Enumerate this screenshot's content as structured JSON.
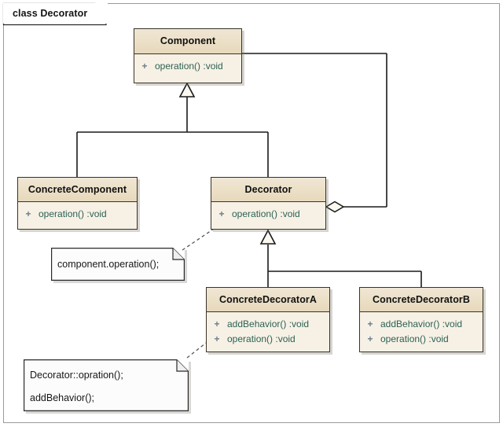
{
  "frame": {
    "label": "class Decorator"
  },
  "classes": [
    {
      "id": "component",
      "name": "Component",
      "members": [
        {
          "vis": "+",
          "name": "operation()",
          "type": ":void"
        }
      ]
    },
    {
      "id": "concrete-component",
      "name": "ConcreteComponent",
      "members": [
        {
          "vis": "+",
          "name": "operation()",
          "type": ":void"
        }
      ]
    },
    {
      "id": "decorator",
      "name": "Decorator",
      "members": [
        {
          "vis": "+",
          "name": "operation()",
          "type": ":void"
        }
      ]
    },
    {
      "id": "concrete-decorator-a",
      "name": "ConcreteDecoratorA",
      "members": [
        {
          "vis": "+",
          "name": "addBehavior()",
          "type": ":void"
        },
        {
          "vis": "+",
          "name": "operation()",
          "type": ":void"
        }
      ]
    },
    {
      "id": "concrete-decorator-b",
      "name": "ConcreteDecoratorB",
      "members": [
        {
          "vis": "+",
          "name": "addBehavior()",
          "type": ":void"
        },
        {
          "vis": "+",
          "name": "operation()",
          "type": ":void"
        }
      ]
    }
  ],
  "notes": [
    {
      "id": "note-decorator",
      "lines": [
        "component.operation();"
      ]
    },
    {
      "id": "note-concrete-decorator-a",
      "lines": [
        "Decorator::opration();",
        "addBehavior();"
      ]
    }
  ],
  "relations": [
    {
      "kind": "generalization",
      "from": "ConcreteComponent",
      "to": "Component"
    },
    {
      "kind": "generalization",
      "from": "Decorator",
      "to": "Component"
    },
    {
      "kind": "generalization",
      "from": "ConcreteDecoratorA",
      "to": "Decorator"
    },
    {
      "kind": "generalization",
      "from": "ConcreteDecoratorB",
      "to": "Decorator"
    },
    {
      "kind": "aggregation",
      "from": "Decorator",
      "to": "Component"
    },
    {
      "kind": "note-anchor",
      "from": "note-decorator",
      "to": "Decorator"
    },
    {
      "kind": "note-anchor",
      "from": "note-concrete-decorator-a",
      "to": "ConcreteDecoratorA"
    }
  ],
  "colors": {
    "class_border": "#3a3226",
    "class_header": "#ece0c8",
    "class_body": "#f7f1e5",
    "member_text": "#2d6054",
    "visibility_text": "#6d7d8c",
    "note_fill": "#fdfcfc",
    "connector": "#1a1a1a",
    "frame_border": "#9a9a9a"
  }
}
